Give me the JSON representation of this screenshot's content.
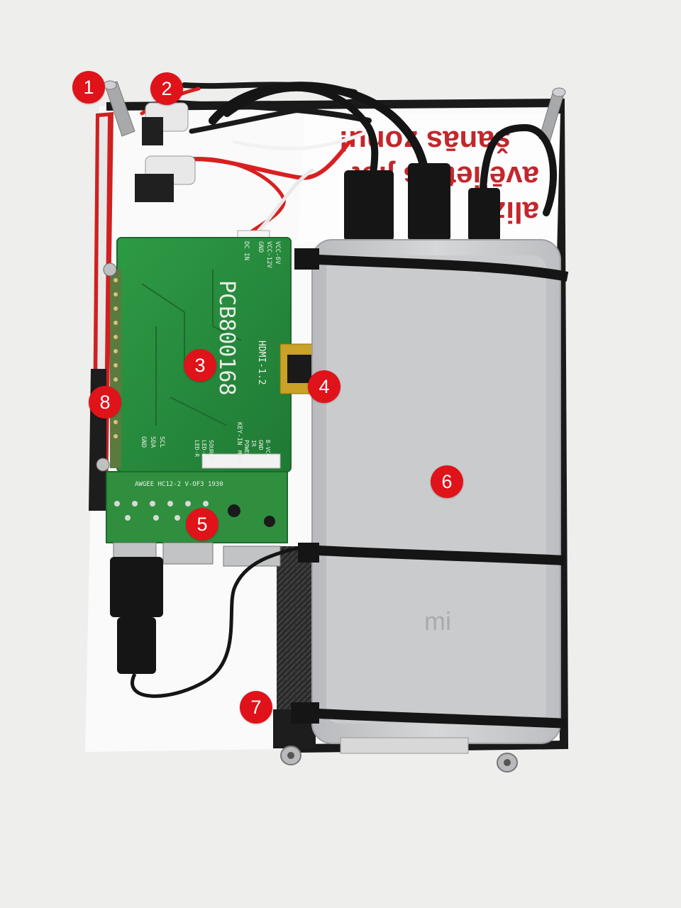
{
  "image": {
    "subject": "components mounted on a backing board"
  },
  "markers": [
    "1",
    "2",
    "3",
    "4",
    "5",
    "6",
    "7",
    "8"
  ],
  "pcb": {
    "model": "PCB800168",
    "hdmi": "HDMI-1.2",
    "dc_in": "DC IN",
    "gnd": "GND",
    "vcc12": "VCC-12V",
    "vcc6": "VCC-6V",
    "key_in": "KEY-IN",
    "left_pins": [
      "GND",
      "SDA",
      "SCL"
    ],
    "right_pins": [
      "B-VCC",
      "GND",
      "IR",
      "POWER",
      "MENU",
      "SOURCE",
      "LED-G",
      "LED-R"
    ],
    "sub_board": "AWGEE HC12-2   V-OF3 1930"
  },
  "sticker": {
    "lines": [
      "šanās zonu!",
      "avējietats jiet",
      "alizē"
    ]
  },
  "power_bank_logo": "mi",
  "colors": {
    "marker": "#e0121a",
    "pcb": "#2f8f3e",
    "power_bank": "#c8c9cb",
    "background": "#eeeeec"
  }
}
